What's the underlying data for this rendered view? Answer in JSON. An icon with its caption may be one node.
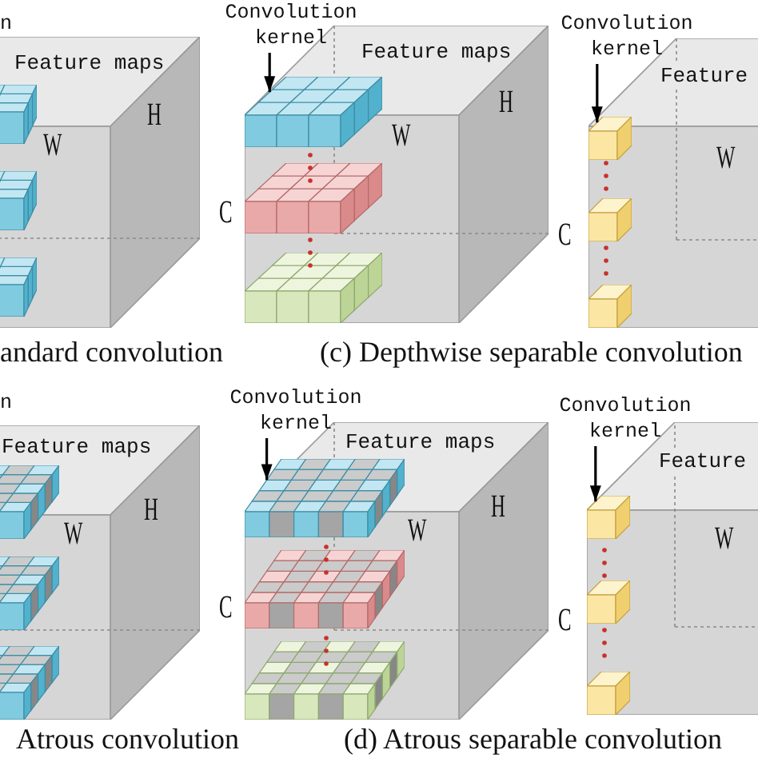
{
  "diagram": {
    "nodes": [
      {
        "text": [
          "Feature maps",
          "H",
          "W"
        ]
      },
      {
        "text": [],
        "shape": "box",
        "in": 0
      },
      {
        "text": [],
        "shape": "box",
        "in": 0
      },
      {
        "text": [],
        "shape": "box",
        "in": 0
      },
      {
        "text": [
          "Convolution kernel"
        ]
      },
      {
        "text": [
          "Feature maps",
          "H",
          "W"
        ],
        "beside": [
          "C"
        ]
      },
      {
        "text": [],
        "shape": "box",
        "in": 5
      },
      {
        "text": [],
        "shape": "box",
        "in": 5
      },
      {
        "text": [],
        "shape": "box",
        "in": 5
      },
      {
        "text": [
          "Convolution kernel"
        ]
      },
      {
        "text": [
          "Feature",
          "W"
        ],
        "beside": [
          "C"
        ]
      },
      {
        "text": [],
        "shape": "box",
        "in": 10
      },
      {
        "text": [],
        "shape": "box",
        "in": 10
      },
      {
        "text": [],
        "shape": "box",
        "in": 10
      },
      {
        "text": [
          "Feature maps",
          "H",
          "W"
        ]
      },
      {
        "text": [],
        "shape": "box",
        "in": 14
      },
      {
        "text": [],
        "shape": "box",
        "in": 14
      },
      {
        "text": [],
        "shape": "box",
        "in": 14
      },
      {
        "text": [
          "Convolution kernel"
        ]
      },
      {
        "text": [
          "Feature maps",
          "H",
          "W"
        ],
        "beside": [
          "C"
        ]
      },
      {
        "text": [],
        "shape": "box",
        "in": 19
      },
      {
        "text": [],
        "shape": "box",
        "in": 19
      },
      {
        "text": [],
        "shape": "box",
        "in": 19
      },
      {
        "text": [
          "Convolution kernel"
        ]
      },
      {
        "text": [
          "Feature",
          "W"
        ],
        "beside": [
          "C"
        ]
      },
      {
        "text": [],
        "shape": "box",
        "in": 24
      },
      {
        "text": [],
        "shape": "box",
        "in": 24
      },
      {
        "text": [],
        "shape": "box",
        "in": 24
      }
    ],
    "edges": [
      {
        "from": 4,
        "to": 6,
        "arrow": "to"
      },
      {
        "from": 9,
        "to": 11,
        "arrow": "to"
      },
      {
        "from": 18,
        "to": 20,
        "arrow": "to"
      },
      {
        "from": 23,
        "to": 25,
        "arrow": "to"
      }
    ],
    "labels": [
      "n",
      "andard convolution",
      "(c) Depthwise separable convolution",
      "n",
      "Atrous convolution",
      "(d) Atrous separable convolution"
    ]
  }
}
